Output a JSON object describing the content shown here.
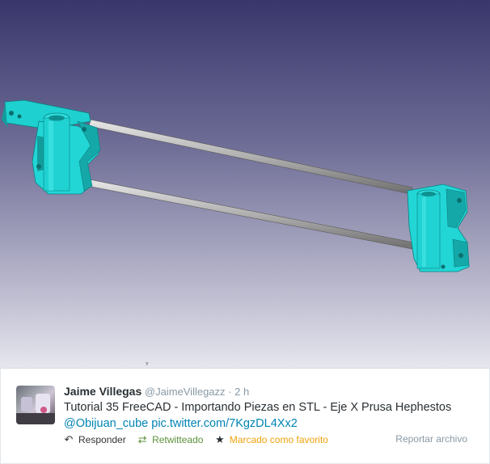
{
  "viewport": {
    "description_icon": "3d-cad-viewport",
    "colors": {
      "part": "#22d4d4",
      "part_dark": "#129c9c",
      "rod": "#b9b9b9",
      "bg_top": "#38366b",
      "bg_bottom": "#e6e6ee"
    }
  },
  "tweet": {
    "author_name": "Jaime Villegas",
    "handle": "@JaimeVillegazz",
    "separator": "·",
    "time": "2 h",
    "text": "Tutorial 35 FreeCAD - Importando Piezas en STL - Eje X Prusa Hephestos",
    "mention": "@Obijuan_cube",
    "pic_link": "pic.twitter.com/7KgzDL4Xx2",
    "actions": {
      "reply": {
        "label": "Responder",
        "icon": "reply-icon"
      },
      "retweet": {
        "label": "Retwitteado",
        "icon": "retweet-icon",
        "color": "#5c913b"
      },
      "favorite": {
        "label": "Marcado como favorito",
        "icon": "star-icon",
        "color": "#f0a20d"
      }
    },
    "report_label": "Reportar archivo"
  }
}
